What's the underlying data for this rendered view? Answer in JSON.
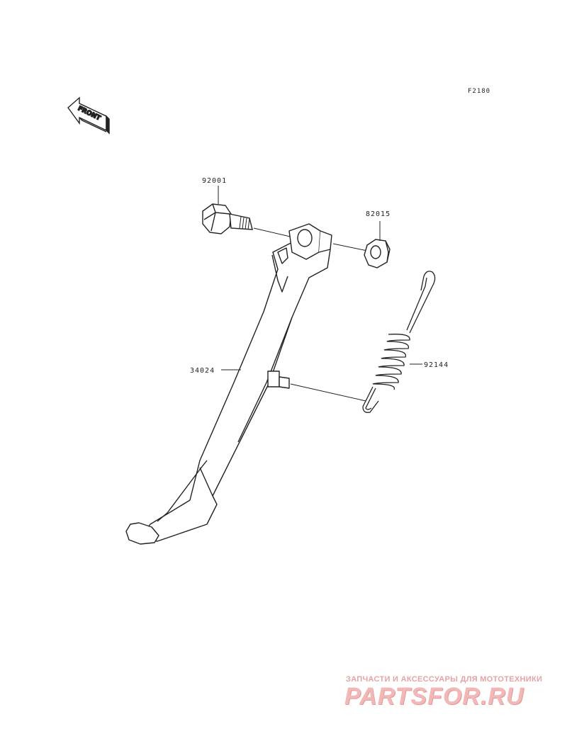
{
  "diagram": {
    "code": "F2180",
    "front_label": "FRONT",
    "parts": [
      {
        "number": "92001",
        "description": "bolt"
      },
      {
        "number": "82015",
        "description": "nut"
      },
      {
        "number": "34024",
        "description": "side stand"
      },
      {
        "number": "92144",
        "description": "spring"
      }
    ]
  },
  "watermark": {
    "tagline": "ЗАПЧАСТИ И АКСЕССУАРЫ ДЛЯ МОТОТЕХНИКИ",
    "logo": "PARTSFOR.RU"
  }
}
